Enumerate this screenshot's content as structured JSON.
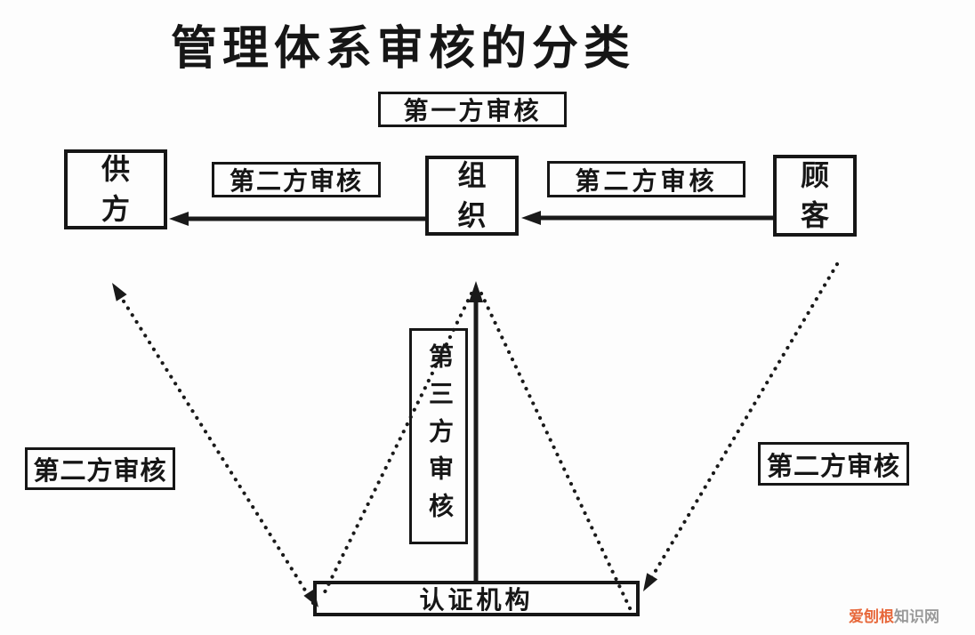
{
  "title": "管理体系审核的分类",
  "diagram": {
    "first_party_label": "第一方审核",
    "second_party_label": "第二方审核",
    "third_party_label": "第三方审核",
    "supplier": "供方",
    "organization": "组织",
    "customer": "顾客",
    "certification_body": "认证机构"
  },
  "watermark": {
    "highlight": "爱刨根",
    "rest": "知识网",
    "highlight_color": "#e7683b",
    "rest_color": "#9a9a9a"
  },
  "colors": {
    "line": "#1a1a1a",
    "background": "#fdfdfd"
  }
}
